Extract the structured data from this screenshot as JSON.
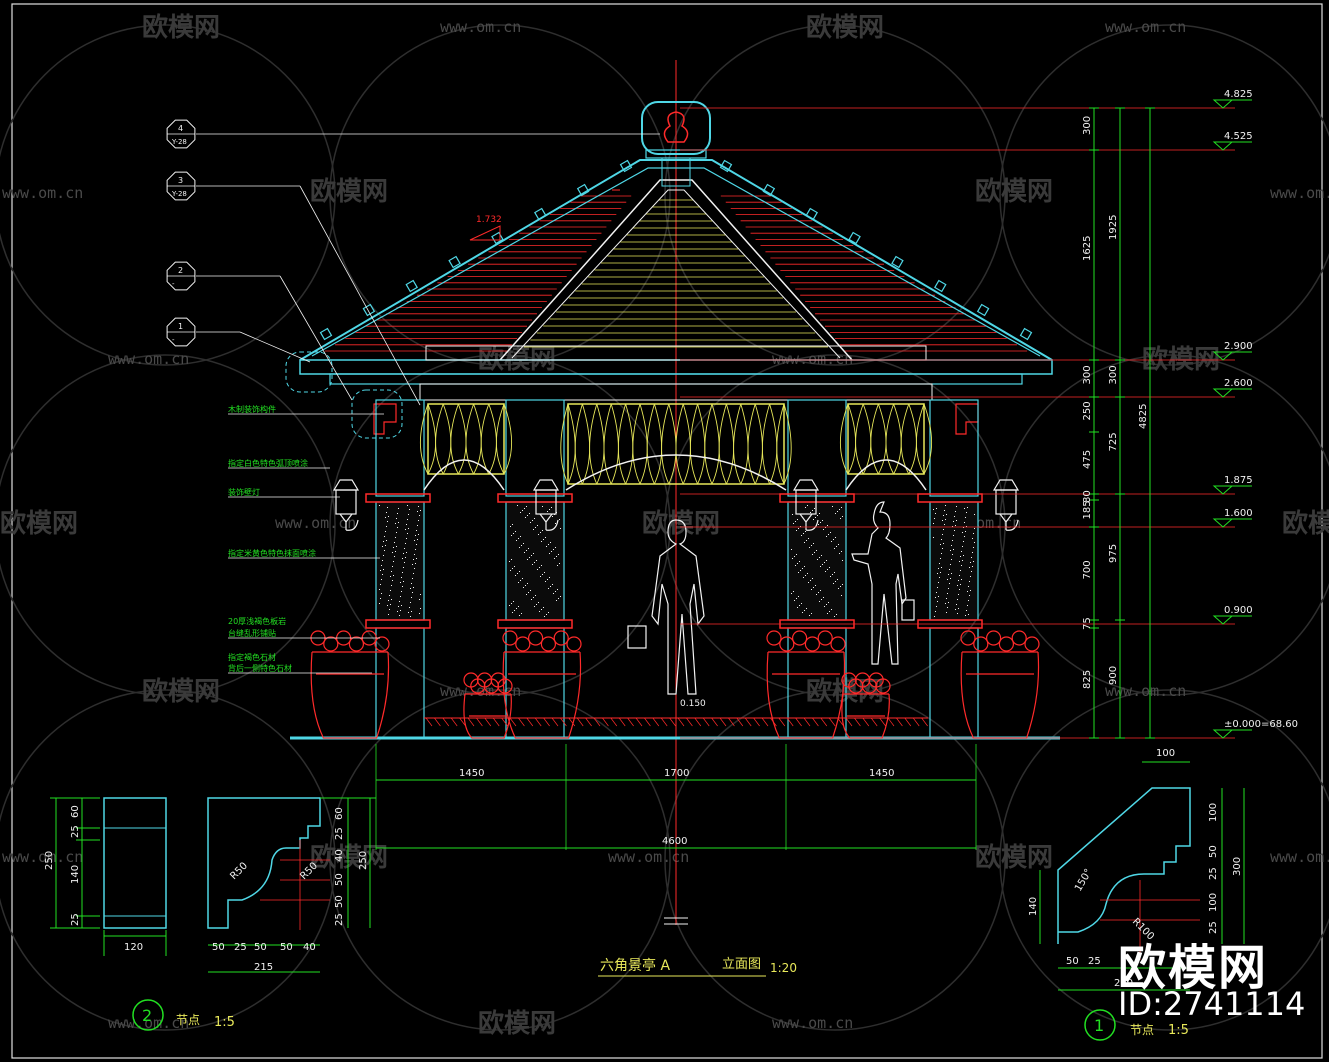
{
  "drawing": {
    "title": "六角景亭  A",
    "view": "立面图",
    "scale": "1:20",
    "node2_label": "节点",
    "node2_scale": "1:5",
    "node1_label": "节点",
    "node1_scale": "1:5",
    "node2_number": "2",
    "node1_number": "1"
  },
  "callouts": [
    {
      "num": "4",
      "ref": "Y-28"
    },
    {
      "num": "3",
      "ref": "Y-28"
    },
    {
      "num": "2",
      "ref": "-"
    },
    {
      "num": "1",
      "ref": "-"
    }
  ],
  "notes": [
    "木制装饰构件",
    "指定白色特色弧顶喷涂",
    "装饰壁灯",
    "指定米黄色特色抹面喷涂",
    "20厚浅褐色板岩",
    "台缝乱形铺贴",
    "指定褐色石材",
    "背后一侧特色石材"
  ],
  "elevations": [
    "4.825",
    "4.525",
    "2.900",
    "2.600",
    "1.875",
    "1.600",
    "0.900",
    "±0.000=68.60"
  ],
  "dims_inner": [
    "300",
    "1625",
    "300",
    "250",
    "475",
    "80",
    "185",
    "700",
    "75",
    "825"
  ],
  "dims_middle": [
    "1925",
    "300",
    "725",
    "975",
    "900"
  ],
  "dims_outer": [
    "4825"
  ],
  "dims_bottom": [
    "1450",
    "1700",
    "1450"
  ],
  "dim_total": "4600",
  "slope_label": "1.732",
  "floor_level": "0.150",
  "detail2_left": {
    "width": "120",
    "left_total": "250",
    "left_segments": [
      "60",
      "25",
      "140",
      "25"
    ]
  },
  "detail2_right": {
    "bottom_segments": [
      "50",
      "25",
      "50",
      "50",
      "40"
    ],
    "total": "215",
    "right_segments": [
      "60",
      "25",
      "40",
      "50",
      "50",
      "25"
    ],
    "right_total": "250",
    "radius_a": "R50",
    "radius_b": "R50"
  },
  "detail1": {
    "top": "100",
    "right_segments": [
      "100",
      "50",
      "25",
      "100",
      "25"
    ],
    "right_total": "300",
    "left": "140",
    "bottom_segments": [
      "50",
      "25",
      "250"
    ],
    "angle": "150°",
    "radius": "R100"
  },
  "watermark": {
    "brand": "欧模网",
    "site": "www.om.cn"
  },
  "hud": {
    "logo": "欧模网",
    "id": "ID:2741114"
  },
  "colors": {
    "background": "#000000",
    "cyan": "#4fd7e6",
    "green": "#22e022",
    "red": "#ff2a2a",
    "yellow": "#e8e85a",
    "white": "#f2f2f2",
    "magenta": "#ff40ff"
  }
}
